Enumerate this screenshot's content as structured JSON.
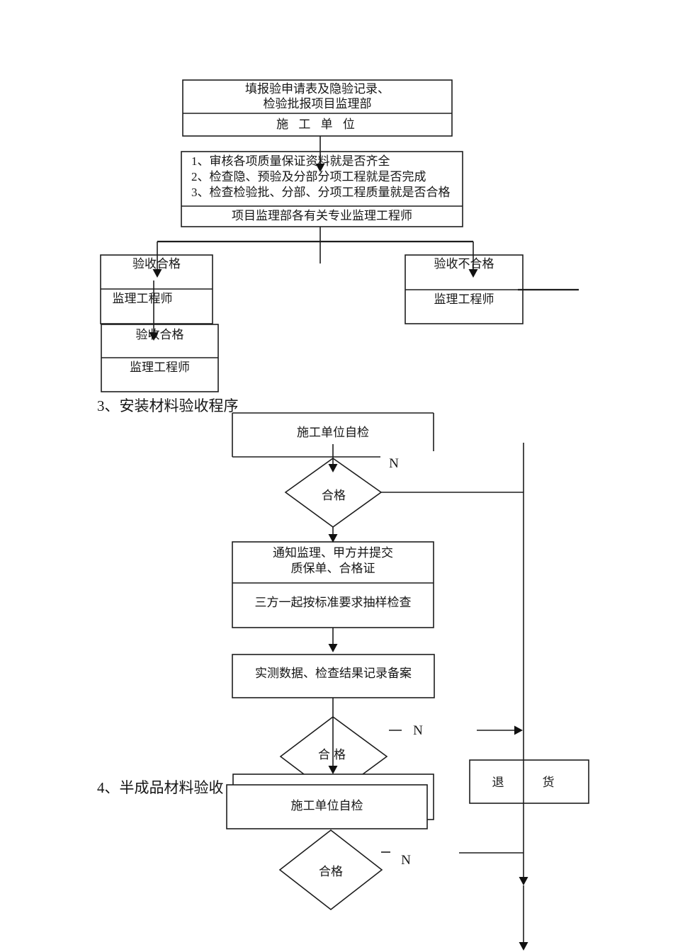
{
  "colors": {
    "ink": "#1d1d1d",
    "paper": "#ffffff"
  },
  "section1": {
    "box_report": {
      "line1": "填报验申请表及隐验记录、",
      "line2": "检验批报项目监理部",
      "footer": "施 工 单 位"
    },
    "box_review": {
      "item1": "1、审核各项质量保证资料就是否齐全",
      "item2": "2、检查隐、预验及分部分项工程就是否完成",
      "item3": "3、检查检验批、分部、分项工程质量就是否合格",
      "footer": "项目监理部各有关专业监理工程师"
    },
    "box_pass_upper": {
      "title": "验收合格",
      "footer": "监理工程师"
    },
    "box_pass_lower": {
      "title": "验收合格",
      "footer": "监理工程师"
    },
    "box_fail": {
      "title": "验收不合格",
      "footer": "监理工程师"
    }
  },
  "section3": {
    "heading": "3、安装材料验收程序",
    "box_self_check": "施工单位自检",
    "diamond_pass": "合格",
    "branch_no": "N",
    "box_notify": {
      "line1": "通知监理、甲方并提交",
      "line2": "质保单、合格证",
      "footer": "三方一起按标准要求抽样检查"
    },
    "box_record": "实测数据、检查结果记录备案",
    "diamond_pass2": "合格",
    "branch_no2": "N",
    "box_return": {
      "left": "退",
      "right": "货"
    }
  },
  "section4": {
    "heading": "4、半成品材料验收",
    "box_self_check": "施工单位自检",
    "diamond_pass": "合格",
    "branch_no": "N"
  }
}
